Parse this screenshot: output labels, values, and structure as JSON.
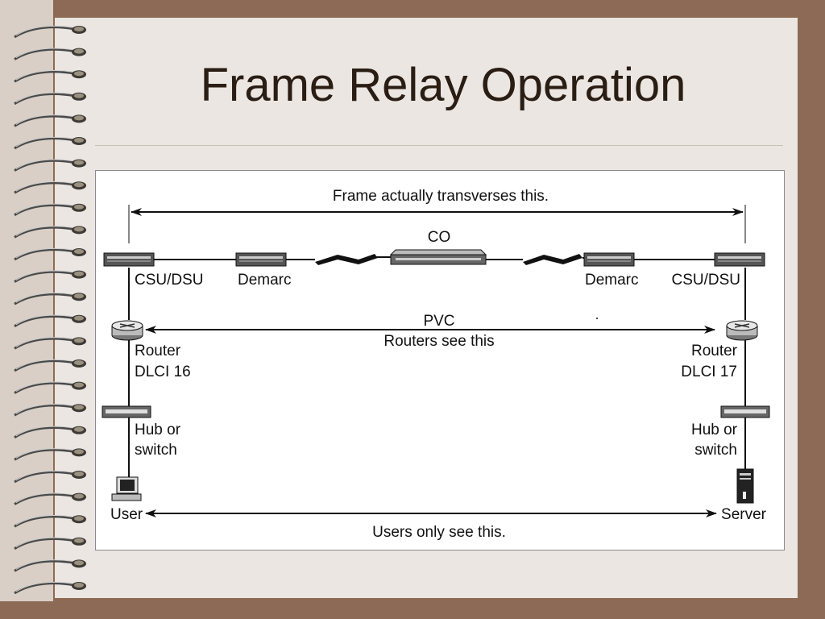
{
  "slide": {
    "title": "Frame Relay Operation"
  },
  "diagram": {
    "top_span_label": "Frame actually transverses this.",
    "co_label": "CO",
    "left": {
      "csu_label": "CSU/DSU",
      "demarc_label": "Demarc",
      "router_label": "Router",
      "dlci_label": "DLCI 16",
      "hub_line1": "Hub or",
      "hub_line2": "switch",
      "end_label": "User"
    },
    "right": {
      "csu_label": "CSU/DSU",
      "demarc_label": "Demarc",
      "router_label": "Router",
      "dlci_label": "DLCI 17",
      "hub_line1": "Hub or",
      "hub_line2": "switch",
      "end_label": "Server"
    },
    "pvc_label": "PVC",
    "pvc_sub_label": "Routers see this",
    "bottom_span_label": "Users only see this."
  }
}
